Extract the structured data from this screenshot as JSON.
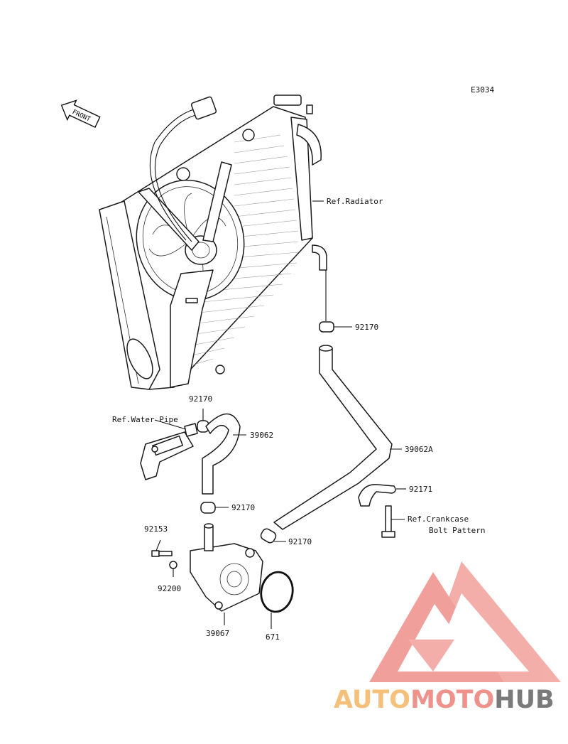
{
  "diagram_code": "E3034",
  "front_arrow": "FRONT",
  "labels": {
    "ref_radiator": "Ref.Radiator",
    "p92170_top": "92170",
    "p92170_hose": "92170",
    "ref_water_pipe": "Ref.Water Pipe",
    "p39062": "39062",
    "p39062a": "39062A",
    "p92171": "92171",
    "ref_crankcase_1": "Ref.Crankcase",
    "ref_crankcase_2": "Bolt Pattern",
    "p92170_mid": "92170",
    "p92170_low": "92170",
    "p92153": "92153",
    "p92200": "92200",
    "p39067": "39067",
    "p671": "671"
  },
  "watermark": {
    "part1": "AUTO",
    "part2": "MOTO",
    "part3": "HUB",
    "color1": "#f5c07a",
    "color2": "#f0928c",
    "color3": "#7a7a7a"
  }
}
